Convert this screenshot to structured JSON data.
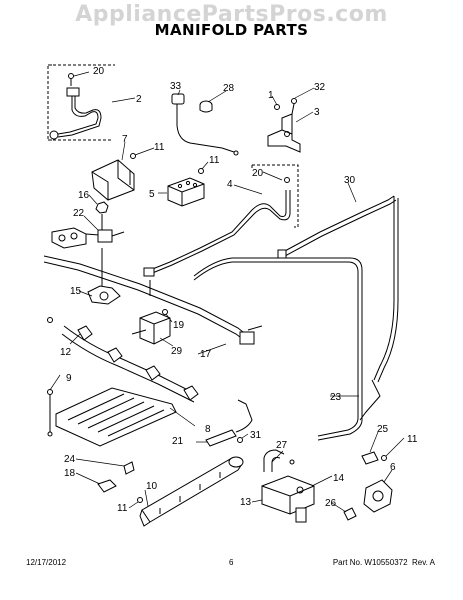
{
  "watermark": "AppliancePartsPros.com",
  "title": "MANIFOLD PARTS",
  "callouts": [
    "20",
    "2",
    "33",
    "28",
    "1",
    "32",
    "3",
    "7",
    "11",
    "11",
    "20",
    "4",
    "30",
    "16",
    "5",
    "22",
    "15",
    "19",
    "29",
    "17",
    "12",
    "9",
    "23",
    "8",
    "31",
    "21",
    "27",
    "25",
    "11",
    "24",
    "18",
    "10",
    "14",
    "6",
    "11",
    "13",
    "26"
  ],
  "footer": {
    "date": "12/17/2012",
    "page": "6",
    "part_number": "Part No. W10550372",
    "rev": "Rev. A"
  }
}
